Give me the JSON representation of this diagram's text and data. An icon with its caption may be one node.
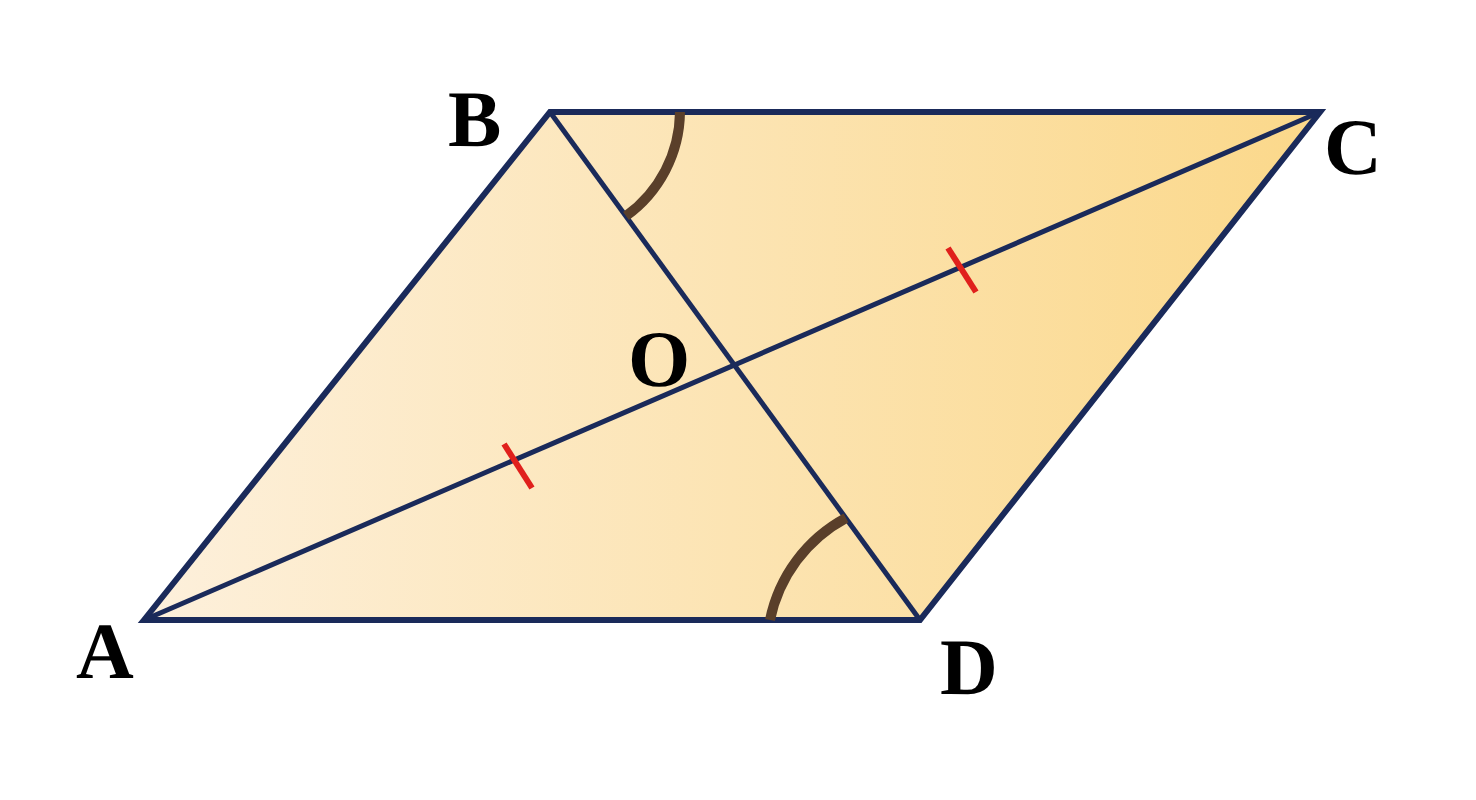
{
  "diagram": {
    "labels": [
      "B",
      "C",
      "O",
      "A",
      "D"
    ]
  }
}
